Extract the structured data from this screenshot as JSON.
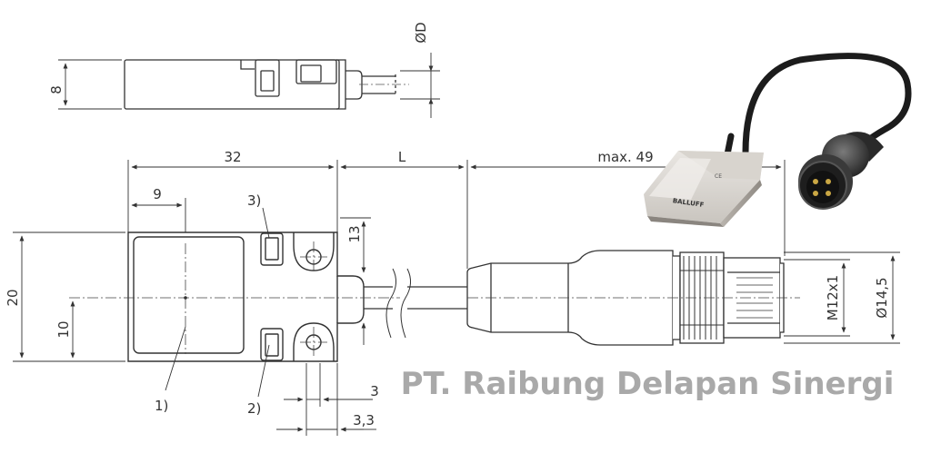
{
  "watermark": "PT. Raibung Delapan Sinergi",
  "dimensions": {
    "height_top": "8",
    "cable_dia": "ØD",
    "length_32": "32",
    "cable_length": "L",
    "max_49": "max. 49",
    "offset_9": "9",
    "height_20": "20",
    "height_10": "10",
    "offset_13": "13",
    "thread": "M12x1",
    "dia_14_5": "Ø14,5",
    "dim_3": "3",
    "dim_3_3": "3,3"
  },
  "callouts": {
    "c1": "1)",
    "c2": "2)",
    "c3": "3)"
  },
  "product_photo": {
    "logo": "BALLUFF",
    "mark": "CE"
  }
}
